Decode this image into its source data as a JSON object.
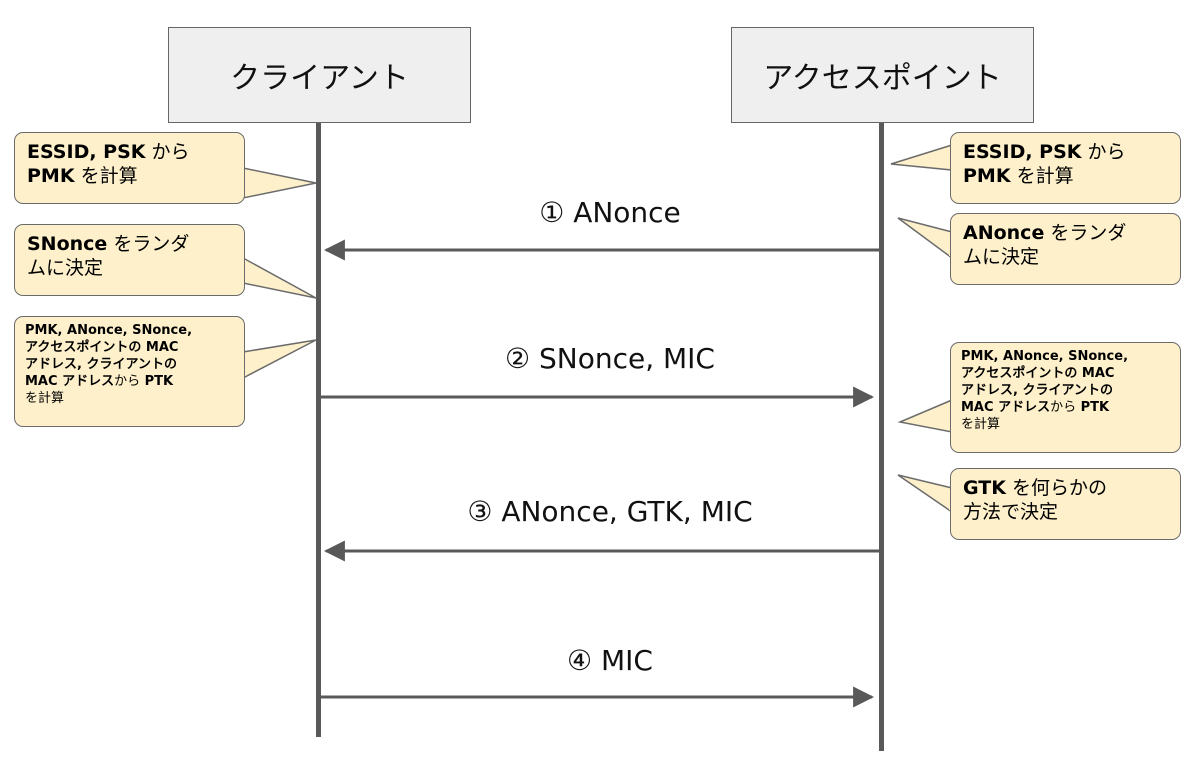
{
  "actors": {
    "client": "クライアント",
    "access_point": "アクセスポイント"
  },
  "messages": [
    {
      "label": "① ANonce",
      "direction": "ap-to-client"
    },
    {
      "label": "② SNonce, MIC",
      "direction": "client-to-ap"
    },
    {
      "label": "③ ANonce, GTK, MIC",
      "direction": "ap-to-client"
    },
    {
      "label": "④ MIC",
      "direction": "client-to-ap"
    }
  ],
  "client_notes": {
    "pmk": {
      "bold": "ESSID, PSK",
      "line1_rest": " から",
      "line2_bold": "PMK",
      "line2_rest": " を計算"
    },
    "snonce": {
      "bold": "SNonce",
      "line1_rest": " をランダ",
      "line2": "ムに決定"
    },
    "ptk": {
      "l1": "PMK, ANonce, SNonce,",
      "l2": "アクセスポイントの MAC",
      "l3": "アドレス, クライアントの",
      "l4_bold": "MAC アドレス",
      "l4_rest": "から",
      "l4_bold2": " PTK",
      "l5": "を計算"
    }
  },
  "ap_notes": {
    "pmk": {
      "bold": "ESSID, PSK",
      "line1_rest": " から",
      "line2_bold": "PMK",
      "line2_rest": " を計算"
    },
    "anonce": {
      "bold": "ANonce",
      "line1_rest": " をランダ",
      "line2": "ムに決定"
    },
    "ptk": {
      "l1": "PMK, ANonce, SNonce,",
      "l2": "アクセスポイントの MAC",
      "l3": "アドレス, クライアントの",
      "l4_bold": "MAC アドレス",
      "l4_rest": "から",
      "l4_bold2": " PTK",
      "l5": "を計算"
    },
    "gtk": {
      "bold": "GTK",
      "line1_rest": " を何らかの",
      "line2": "方法で決定"
    }
  },
  "colors": {
    "note_fill": "#fdf0cb",
    "note_border": "#6b6b6b",
    "lifeline": "#595959",
    "actor_fill": "#efefef"
  }
}
